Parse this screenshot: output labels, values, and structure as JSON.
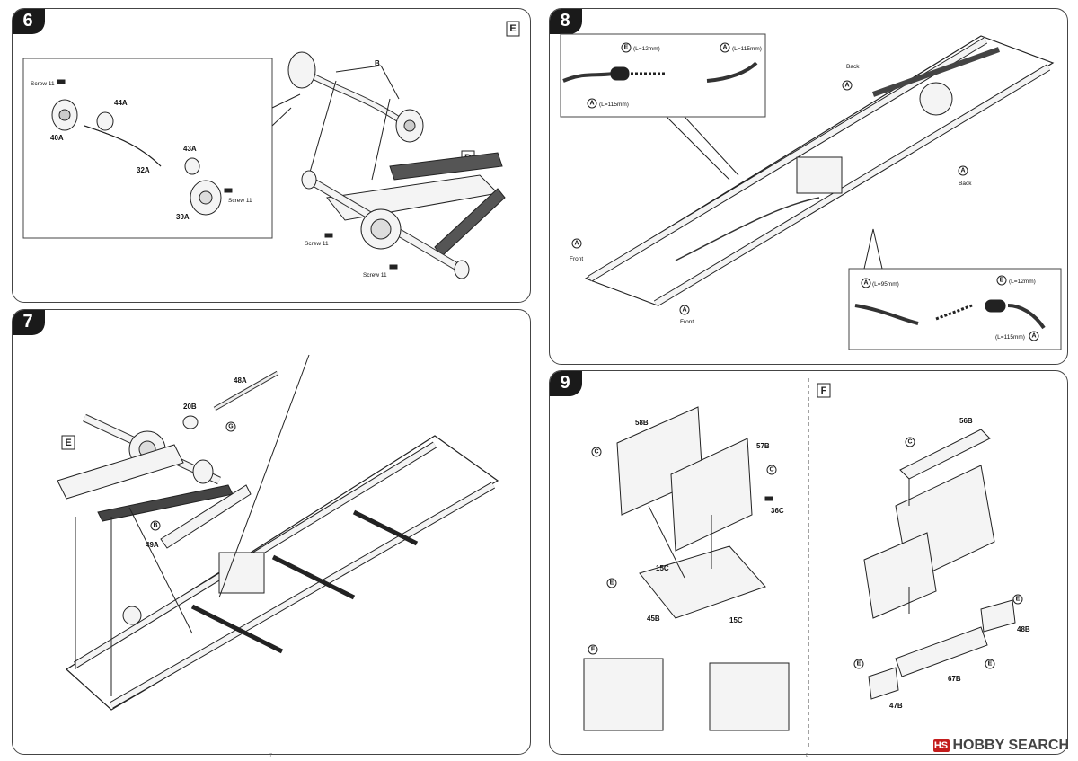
{
  "steps": {
    "s6": {
      "number": "6",
      "assembly_letter": "E",
      "sub_letter": "D",
      "labels": {
        "screw_a": "Screw 11",
        "p44": "44A",
        "p40": "40A",
        "p32": "32A",
        "p43": "43A",
        "screw_b": "Screw 11",
        "p39": "39A",
        "b": "B",
        "screw_c": "Screw 11",
        "screw_d": "Screw 11"
      }
    },
    "s7": {
      "number": "7",
      "assembly_letter": "E",
      "labels": {
        "p48": "48A",
        "p20": "20B",
        "g": "G",
        "b": "B",
        "p49": "49A"
      }
    },
    "s8": {
      "number": "8",
      "top_inset": {
        "e_len": "(L=12mm)",
        "a_len_top": "(L=115mm)",
        "a_len_bottom": "(L=115mm)"
      },
      "bottom_inset": {
        "a_len_left": "(L=95mm)",
        "e_len": "(L=12mm)",
        "a_len_right": "(L=115mm)"
      },
      "labels": {
        "back_1": "Back",
        "back_2": "Back",
        "front_1": "Front",
        "front_2": "Front"
      }
    },
    "s9": {
      "number": "9",
      "assembly_letter": "F",
      "labels": {
        "p58": "58B",
        "c1": "C",
        "p57": "57B",
        "c2": "C",
        "p36": "36C",
        "e1": "E",
        "p15a": "15C",
        "p45": "45B",
        "p15b": "15C",
        "f": "F",
        "c3": "C",
        "p56": "56B",
        "e2": "E",
        "p48": "48B",
        "e3": "E",
        "e4": "E",
        "p67": "67B",
        "p47": "47B"
      }
    }
  },
  "page_numbers": {
    "left": "7",
    "right": "8"
  },
  "watermark": {
    "logo": "HS",
    "text": "HOBBY SEARCH"
  },
  "ref_letters": {
    "a": "A",
    "e": "E"
  }
}
